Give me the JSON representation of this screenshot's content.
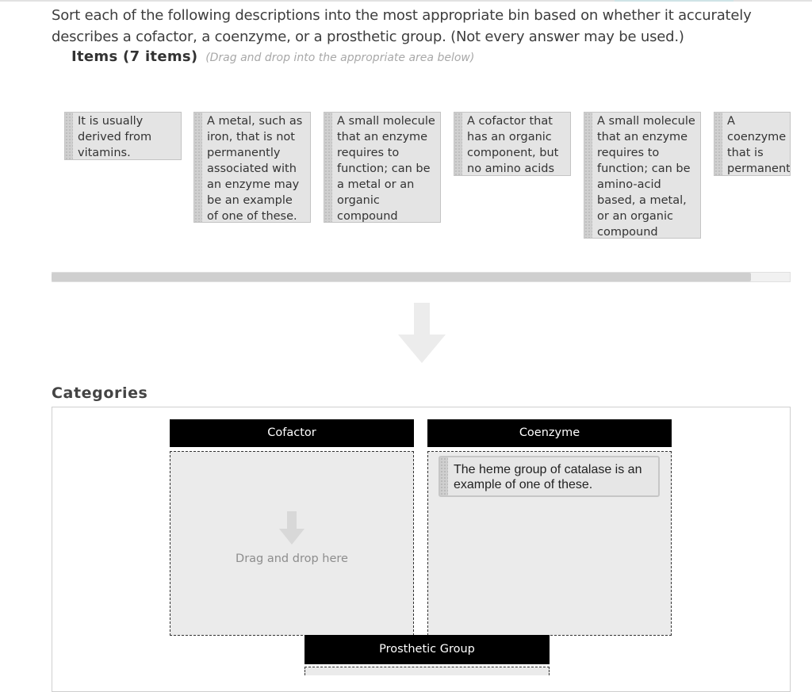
{
  "question": "Sort each of the following descriptions into the most appropriate bin based on whether it accurately describes a cofactor, a coenzyme, or a prosthetic group. (Not every answer may be used.)",
  "items_section": {
    "label": "Items (7 items)",
    "hint": "(Drag and drop into the appropriate area below)"
  },
  "items": [
    {
      "text": "It is usually derived from vitamins."
    },
    {
      "text": "A metal, such as iron, that is not permanently associated with an enzyme may be an example of one of these."
    },
    {
      "text": "A small molecule that an enzyme requires to function; can be a metal or an organic compound"
    },
    {
      "text": "A cofactor that has an organic component, but no amino acids"
    },
    {
      "text": "A small molecule that an enzyme requires to function; can be amino-acid based, a metal, or an organic compound"
    },
    {
      "text": "A coenzyme that is permanently associated with an enzyme"
    }
  ],
  "categories_heading": "Categories",
  "bins": [
    {
      "label": "Cofactor",
      "drop_hint": "Drag and drop here"
    },
    {
      "label": "Coenzyme",
      "placed_item": "The heme group of catalase is an example of one of these."
    },
    {
      "label": "Prosthetic Group"
    }
  ],
  "colors": {
    "bin_header": "#000000",
    "item_bg": "#e4e4e4",
    "drop_bg": "#ebebeb"
  }
}
